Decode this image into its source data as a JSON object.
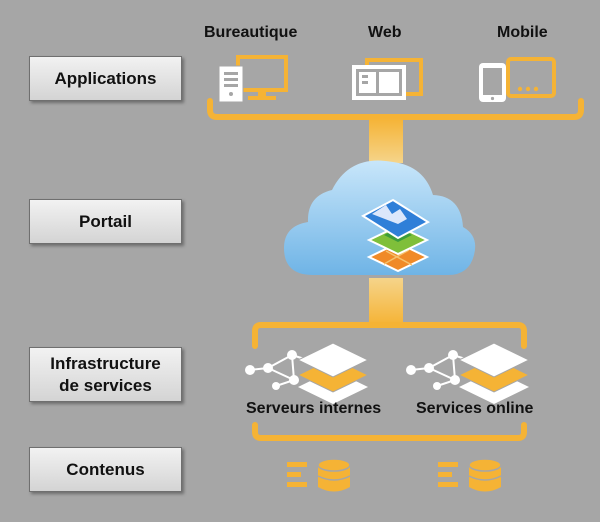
{
  "tiers": {
    "applications": "Applications",
    "portail": "Portail",
    "infrastructure_line1": "Infrastructure",
    "infrastructure_line2": "de services",
    "contenus": "Contenus"
  },
  "apps": {
    "desktop": "Bureautique",
    "web": "Web",
    "mobile": "Mobile"
  },
  "servers": {
    "internal": "Serveurs internes",
    "online": "Services online"
  },
  "colors": {
    "background": "#a6a6a6",
    "accent": "#f5b335",
    "white": "#ffffff",
    "cloud": "#9fd0f2"
  }
}
